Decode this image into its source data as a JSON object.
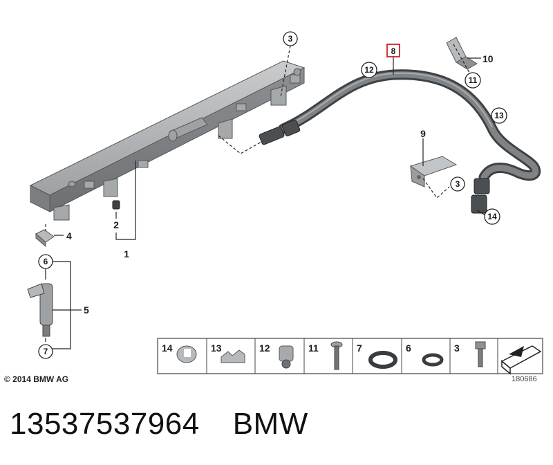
{
  "callouts": {
    "c1": "1",
    "c2": "2",
    "c3a": "3",
    "c3b": "3",
    "c4": "4",
    "c5": "5",
    "c6": "6",
    "c7": "7",
    "c8": "8",
    "c9": "9",
    "c10": "10",
    "c11": "11",
    "c12": "12",
    "c13": "13",
    "c14": "14"
  },
  "legend": [
    "14",
    "13",
    "12",
    "11",
    "7",
    "6",
    "3"
  ],
  "copyright": "© 2014 BMW AG",
  "diagram_ref": "180686",
  "part_number": "13537537964",
  "brand": "BMW",
  "colors": {
    "highlight": "#d01f2a",
    "part_grey": "#8a8d90",
    "hose": "#55595c"
  }
}
